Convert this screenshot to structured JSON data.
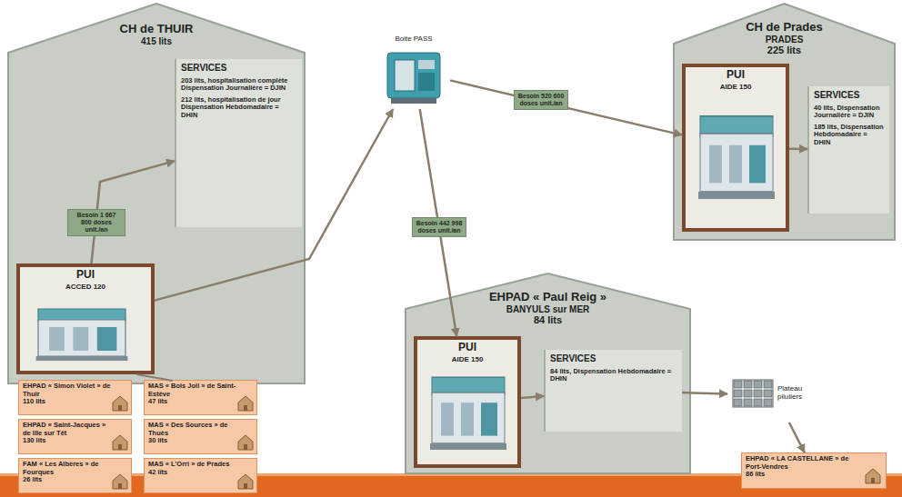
{
  "diagram": {
    "nodes": [
      {
        "text": [
          "CH de THUIR",
          "415 lits"
        ]
      },
      {
        "text": [
          "PUI",
          "ACCED 120"
        ],
        "in": 0
      },
      {
        "text": [
          "SERVICES",
          "203 lits, hospitalisation complète Dispensation Journalière = DJIN",
          "212 lits, hospitalisation de jour Dispensation Hebdomadaire = DHIN"
        ],
        "in": 0
      },
      {
        "text": [
          "Boite PASS"
        ]
      },
      {
        "text": [
          "CH de Prades",
          "PRADES",
          "225 lits"
        ]
      },
      {
        "text": [
          "PUI",
          "AIDE 150"
        ],
        "in": 4
      },
      {
        "text": [
          "SERVICES",
          "40 lits, Dispensation Journalière = DJIN",
          "185 lits, Dispensation Hebdomadaire = DHIN"
        ],
        "in": 4
      },
      {
        "text": [
          "EHPAD « Paul Reig »",
          "BANYULS sur MER",
          "84 lits"
        ]
      },
      {
        "text": [
          "PUI",
          "AIDE 150"
        ],
        "in": 7
      },
      {
        "text": [
          "SERVICES",
          "84 lits, Dispensation Hebdomadaire = DHIN"
        ],
        "in": 7
      },
      {
        "text": [
          "Plateau piluliers"
        ]
      },
      {
        "text": [
          "EHPAD « Simon Violet » de Thuir",
          "110 lits"
        ]
      },
      {
        "text": [
          "MAS « Bois Joli » de Saint-Estève",
          "47 lits"
        ]
      },
      {
        "text": [
          "EHPAD « Saint-Jacques » de Ille sur Têt",
          "130 lits"
        ]
      },
      {
        "text": [
          "MAS « Des Sources » de Thuès",
          "30 lits"
        ]
      },
      {
        "text": [
          "FAM « Les Albères » de Fourques",
          "26 lits"
        ]
      },
      {
        "text": [
          "MAS « L'Orri » de Prades",
          "42 lits"
        ]
      },
      {
        "text": [
          "EHPAD « LA CASTELLANE » de Port-Vendres",
          "86 lits"
        ]
      }
    ],
    "edges": [
      {
        "from": 1,
        "to": 2,
        "label": "Besoin 1 667 800 doses unit./an",
        "arrow": "to"
      },
      {
        "from": 1,
        "to": 3,
        "arrow": "to"
      },
      {
        "from": 3,
        "to": 5,
        "label": "Besoin 520 600 doses unit./an",
        "arrow": "to"
      },
      {
        "from": 3,
        "to": 8,
        "label": "Besoin 442 998 doses unit./an",
        "arrow": "to"
      },
      {
        "from": 5,
        "to": 6,
        "arrow": "to"
      },
      {
        "from": 8,
        "to": 9,
        "arrow": "to"
      },
      {
        "from": 9,
        "to": 10,
        "arrow": "to"
      },
      {
        "from": 10,
        "to": 17,
        "arrow": "to"
      }
    ]
  }
}
